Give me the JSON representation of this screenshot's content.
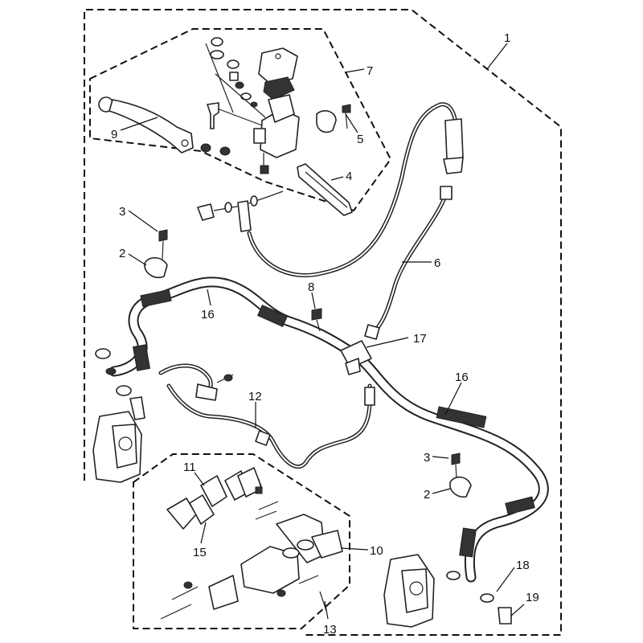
{
  "callouts": [
    {
      "id": "c1",
      "text": "1"
    },
    {
      "id": "c2a",
      "text": "2"
    },
    {
      "id": "c2b",
      "text": "2"
    },
    {
      "id": "c3a",
      "text": "3"
    },
    {
      "id": "c3b",
      "text": "3"
    },
    {
      "id": "c4",
      "text": "4"
    },
    {
      "id": "c5",
      "text": "5"
    },
    {
      "id": "c6",
      "text": "6"
    },
    {
      "id": "c7",
      "text": "7"
    },
    {
      "id": "c8",
      "text": "8"
    },
    {
      "id": "c9",
      "text": "9"
    },
    {
      "id": "c10",
      "text": "10"
    },
    {
      "id": "c11",
      "text": "11"
    },
    {
      "id": "c12",
      "text": "12"
    },
    {
      "id": "c13",
      "text": "13"
    },
    {
      "id": "c15",
      "text": "15"
    },
    {
      "id": "c16a",
      "text": "16"
    },
    {
      "id": "c16b",
      "text": "16"
    },
    {
      "id": "c17",
      "text": "17"
    },
    {
      "id": "c18",
      "text": "18"
    },
    {
      "id": "c19",
      "text": "19"
    }
  ]
}
